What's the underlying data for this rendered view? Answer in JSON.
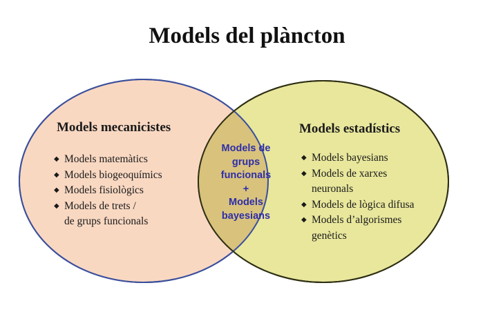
{
  "title": "Models del plàncton",
  "colors": {
    "left_fill": "#f9d8c2",
    "right_fill": "#e8e79c",
    "overlap_fill": "#d8c27c",
    "left_stroke": "#3b4f9c",
    "right_stroke": "#2f2f14",
    "center_text": "#2e2ea8"
  },
  "left": {
    "heading": "Models mecanicistes",
    "items": [
      [
        "Models matemàtics"
      ],
      [
        "Models biogeoquímics"
      ],
      [
        "Models fisiològics"
      ],
      [
        "Models de trets /",
        "de grups funcionals"
      ]
    ]
  },
  "right": {
    "heading": "Models estadístics",
    "items": [
      [
        "Models bayesians"
      ],
      [
        "Models de xarxes",
        "neuronals"
      ],
      [
        "Models de lògica difusa"
      ],
      [
        "Models d’algorismes",
        "genètics"
      ]
    ]
  },
  "center": {
    "lines": [
      "Models de",
      "grups",
      "funcionals",
      "+",
      "Models",
      "bayesians"
    ]
  }
}
